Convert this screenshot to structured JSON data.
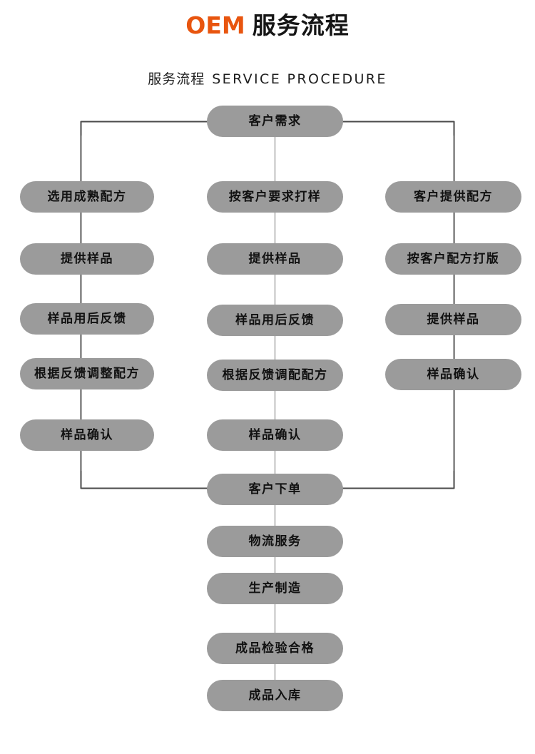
{
  "header": {
    "title_oem": "OEM",
    "title_cn": "服务流程",
    "subtitle_cn": "服务流程",
    "subtitle_en": "SERVICE PROCEDURE",
    "accent_color": "#e8550f",
    "title_color": "#161616"
  },
  "style": {
    "node_fill": "#9b9b9b",
    "node_text_color": "#111111",
    "line_color": "#4a4a4a",
    "background": "#ffffff"
  },
  "chart_data": {
    "type": "diagram",
    "title": "OEM 服务流程",
    "subtitle": "服务流程 SERVICE PROCEDURE",
    "orientation": "top-down",
    "nodes": {
      "start": "客户需求",
      "merge": "客户下单",
      "left_branch": [
        "选用成熟配方",
        "提供样品",
        "样品用后反馈",
        "根据反馈调整配方",
        "样品确认"
      ],
      "middle_branch": [
        "按客户要求打样",
        "提供样品",
        "样品用后反馈",
        "根据反馈调配配方",
        "样品确认"
      ],
      "right_branch": [
        "客户提供配方",
        "按客户配方打版",
        "提供样品",
        "样品确认"
      ],
      "tail": [
        "物流服务",
        "生产制造",
        "成品检验合格",
        "成品入库"
      ]
    }
  },
  "flow": {
    "start": "客户需求",
    "merge": "客户下单",
    "left": {
      "n0": "选用成熟配方",
      "n1": "提供样品",
      "n2": "样品用后反馈",
      "n3": "根据反馈调整配方",
      "n4": "样品确认"
    },
    "middle": {
      "n0": "按客户要求打样",
      "n1": "提供样品",
      "n2": "样品用后反馈",
      "n3": "根据反馈调配配方",
      "n4": "样品确认"
    },
    "right": {
      "n0": "客户提供配方",
      "n1": "按客户配方打版",
      "n2": "提供样品",
      "n3": "样品确认"
    },
    "tail": {
      "n0": "物流服务",
      "n1": "生产制造",
      "n2": "成品检验合格",
      "n3": "成品入库"
    }
  }
}
